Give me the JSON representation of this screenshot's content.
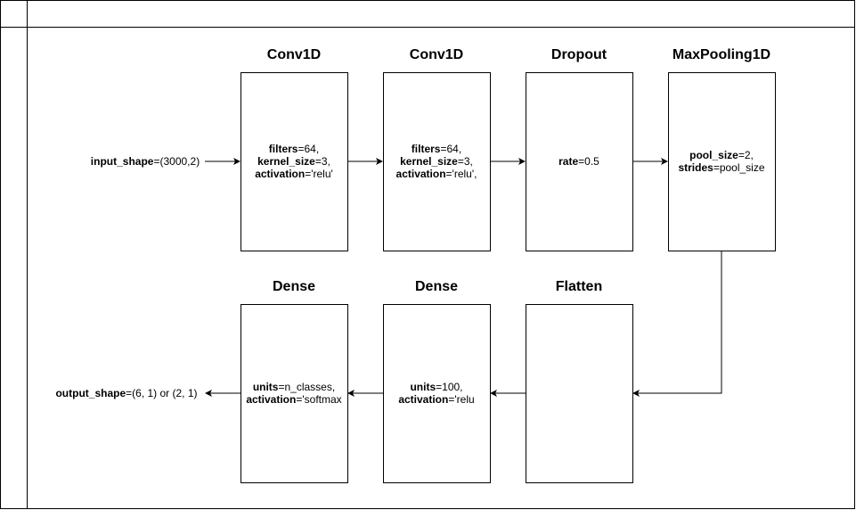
{
  "input_label": {
    "key": "input_shape",
    "value": "=(3000,2)"
  },
  "output_label": {
    "key": "output_shape",
    "value": "=(6, 1) or (2, 1)"
  },
  "layers": [
    {
      "id": "conv1d-1",
      "title": "Conv1D",
      "params": [
        {
          "key": "filters",
          "value": "=64,"
        },
        {
          "key": "kernel_size",
          "value": "=3,"
        },
        {
          "key": "activation",
          "value": "='relu'"
        }
      ]
    },
    {
      "id": "conv1d-2",
      "title": "Conv1D",
      "params": [
        {
          "key": "filters",
          "value": "=64,"
        },
        {
          "key": "kernel_size",
          "value": "=3,"
        },
        {
          "key": "activation",
          "value": "='relu',"
        }
      ]
    },
    {
      "id": "dropout",
      "title": "Dropout",
      "params": [
        {
          "key": "rate",
          "value": "=0.5"
        }
      ]
    },
    {
      "id": "maxpooling1d",
      "title": "MaxPooling1D",
      "params": [
        {
          "key": "pool_size",
          "value": "=2,"
        },
        {
          "key": "strides",
          "value": "=pool_size"
        }
      ]
    },
    {
      "id": "flatten",
      "title": "Flatten",
      "params": []
    },
    {
      "id": "dense-1",
      "title": "Dense",
      "params": [
        {
          "key": "units",
          "value": "=100,"
        },
        {
          "key": "activation",
          "value": "='relu"
        }
      ]
    },
    {
      "id": "dense-2",
      "title": "Dense",
      "params": [
        {
          "key": "units",
          "value": "=n_classes,"
        },
        {
          "key": "activation",
          "value": "='softmax"
        }
      ]
    }
  ],
  "colors": {
    "stroke": "#000000",
    "background": "#ffffff"
  }
}
